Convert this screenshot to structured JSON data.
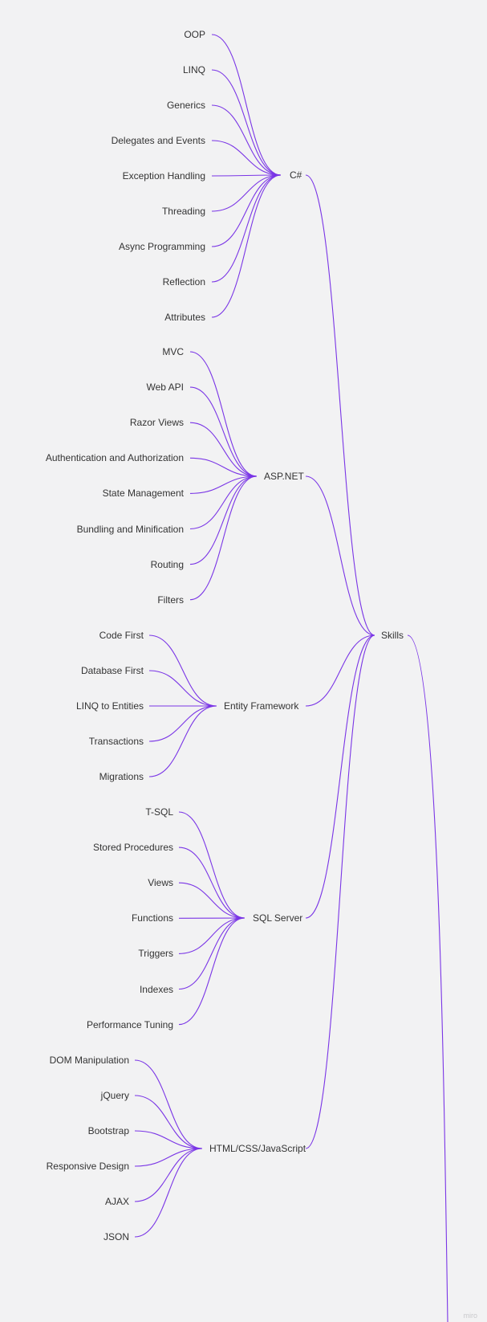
{
  "root": {
    "label": "Skills"
  },
  "branches": [
    {
      "label": "C#",
      "children": [
        "OOP",
        "LINQ",
        "Generics",
        "Delegates and Events",
        "Exception Handling",
        "Threading",
        "Async Programming",
        "Reflection",
        "Attributes"
      ]
    },
    {
      "label": "ASP.NET",
      "children": [
        "MVC",
        "Web API",
        "Razor Views",
        "Authentication and Authorization",
        "State Management",
        "Bundling and Minification",
        "Routing",
        "Filters"
      ]
    },
    {
      "label": "Entity Framework",
      "children": [
        "Code First",
        "Database First",
        "LINQ to Entities",
        "Transactions",
        "Migrations"
      ]
    },
    {
      "label": "SQL Server",
      "children": [
        "T-SQL",
        "Stored Procedures",
        "Views",
        "Functions",
        "Triggers",
        "Indexes",
        "Performance Tuning"
      ]
    },
    {
      "label": "HTML/CSS/JavaScript",
      "children": [
        "DOM Manipulation",
        "jQuery",
        "Bootstrap",
        "Responsive Design",
        "AJAX",
        "JSON"
      ]
    }
  ],
  "watermark": "miro",
  "colors": {
    "edge": "#7a35e6",
    "background": "#f2f2f3",
    "text": "#333333"
  }
}
